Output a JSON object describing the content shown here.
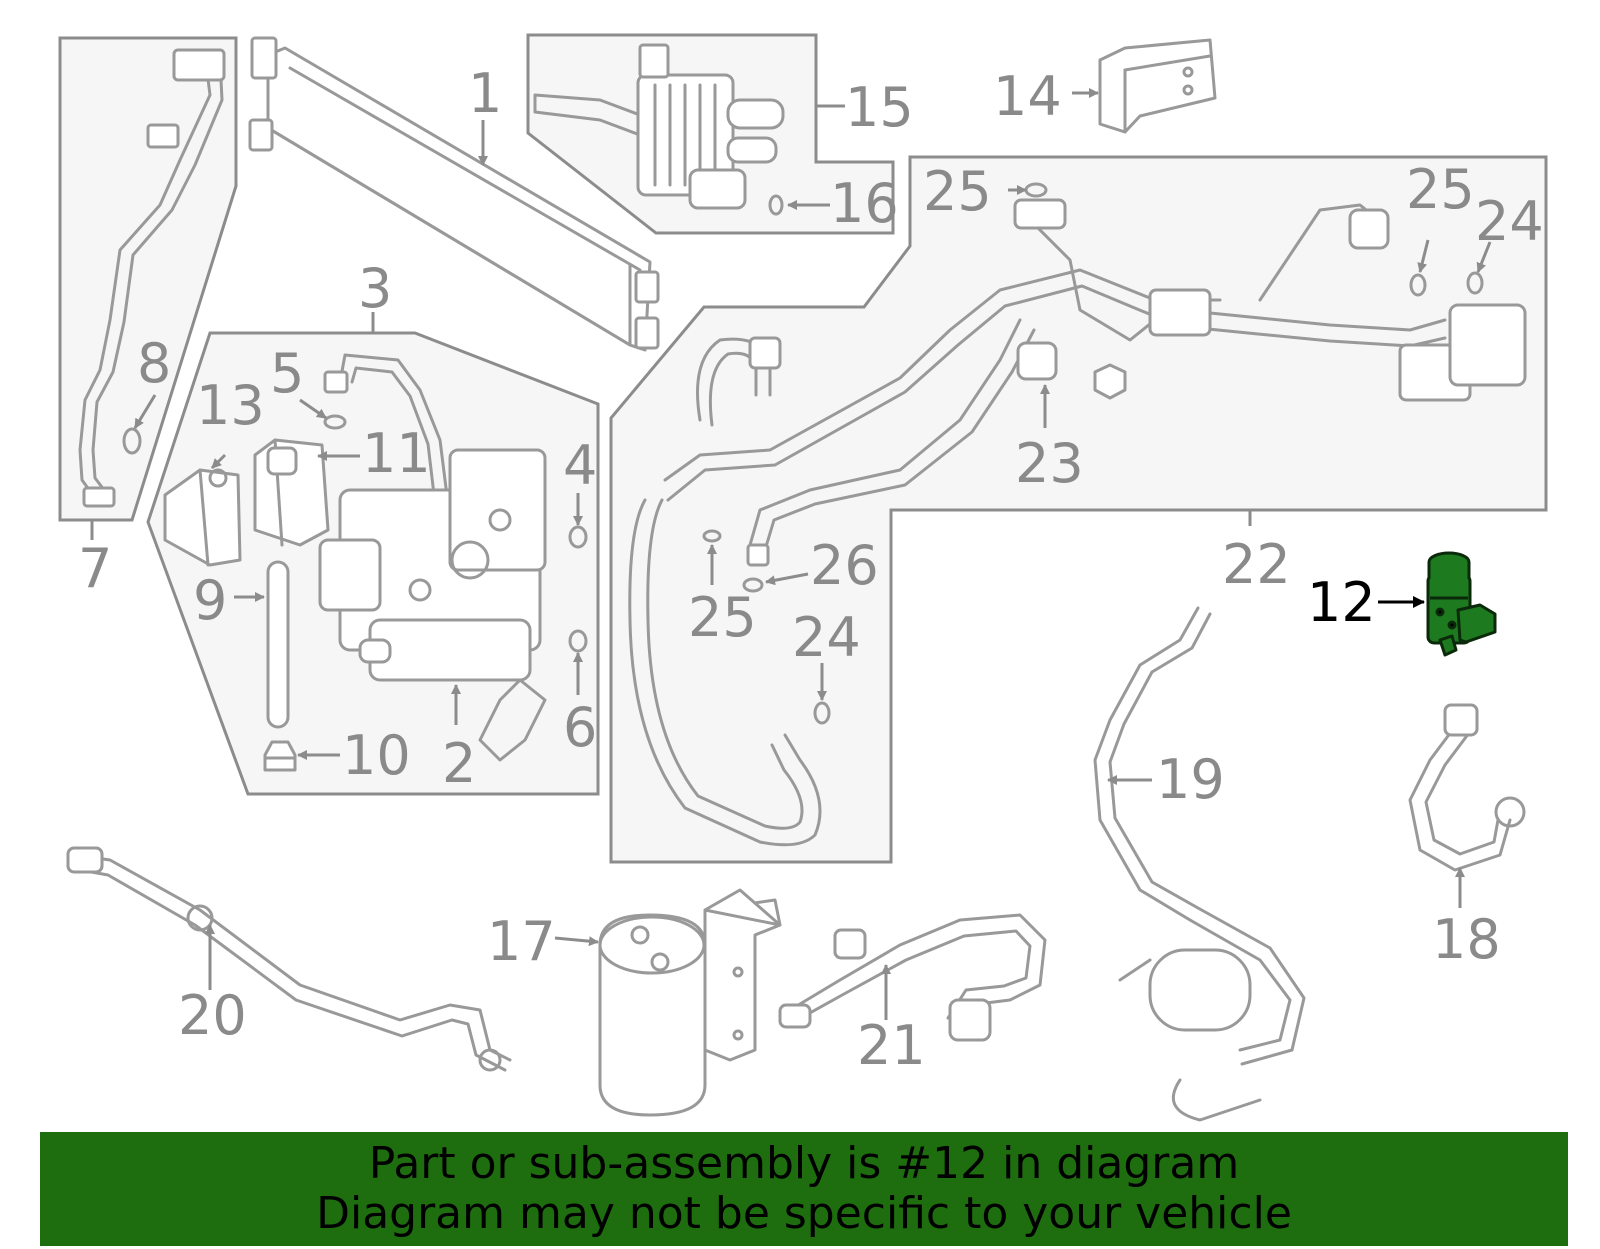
{
  "diagram": {
    "callouts": {
      "c1": "1",
      "c2": "2",
      "c3": "3",
      "c4": "4",
      "c5": "5",
      "c6": "6",
      "c7": "7",
      "c8": "8",
      "c9": "9",
      "c10": "10",
      "c11": "11",
      "c12": "12",
      "c13": "13",
      "c14": "14",
      "c15": "15",
      "c16": "16",
      "c17": "17",
      "c18": "18",
      "c19": "19",
      "c20": "20",
      "c21": "21",
      "c22": "22",
      "c23": "23",
      "c24a": "24",
      "c24b": "24",
      "c25a": "25",
      "c25b": "25",
      "c25c": "25",
      "c26": "26"
    },
    "highlighted_part": "12"
  },
  "banner": {
    "line1": "Part or sub-assembly is #12 in diagram",
    "line2": "Diagram may not be specific to your vehicle"
  },
  "colors": {
    "banner_background": "#1e6e0f",
    "highlight_part": "#1e7a1e",
    "line_art": "#999999",
    "panel_fill": "#f6f6f6",
    "callout_text": "#8a8a8a"
  }
}
